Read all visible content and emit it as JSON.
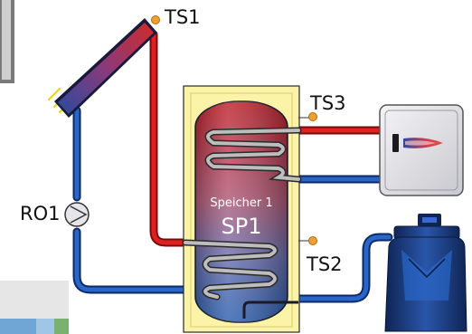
{
  "sensors": {
    "ts1": "TS1",
    "ts2": "TS2",
    "ts3": "TS3"
  },
  "pump": {
    "label": "RO1"
  },
  "storage": {
    "subtitle": "Speicher 1",
    "title": "SP1"
  },
  "colors": {
    "hot_pipe": "#e02020",
    "cold_pipe": "#1f56a8",
    "tank_frame": "#fbf3a8",
    "sensor_dot": "#f0a030",
    "boiler_body": "#1a3a7a"
  }
}
